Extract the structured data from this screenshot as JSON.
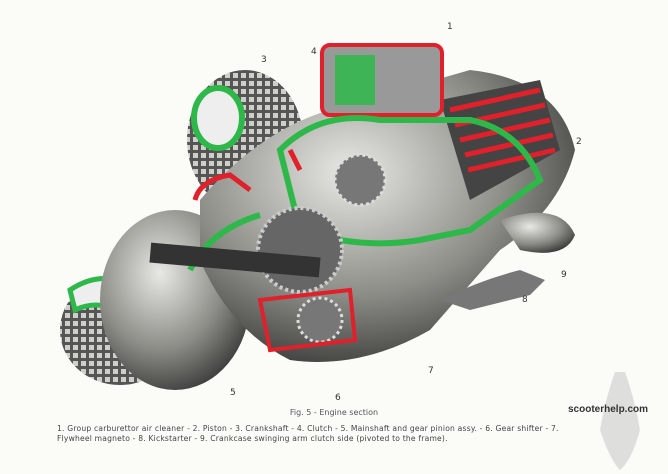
{
  "figure": {
    "caption": "Fig. 5 - Engine section",
    "legend": "1. Group carburettor air cleaner - 2. Piston - 3. Crankshaft - 4. Clutch - 5. Mainshaft and gear pinion assy. - 6. Gear shifter - 7. Flywheel magneto - 8. Kickstarter - 9. Crankcase swinging arm clutch side (pivoted to the frame).",
    "callouts": [
      "1",
      "2",
      "3",
      "4",
      "5",
      "6",
      "7",
      "8",
      "9"
    ],
    "watermark": "scooterhelp.com"
  },
  "colors": {
    "section_red": "#e0202a",
    "section_green": "#2fb84a",
    "metal": "#8a8a86"
  }
}
